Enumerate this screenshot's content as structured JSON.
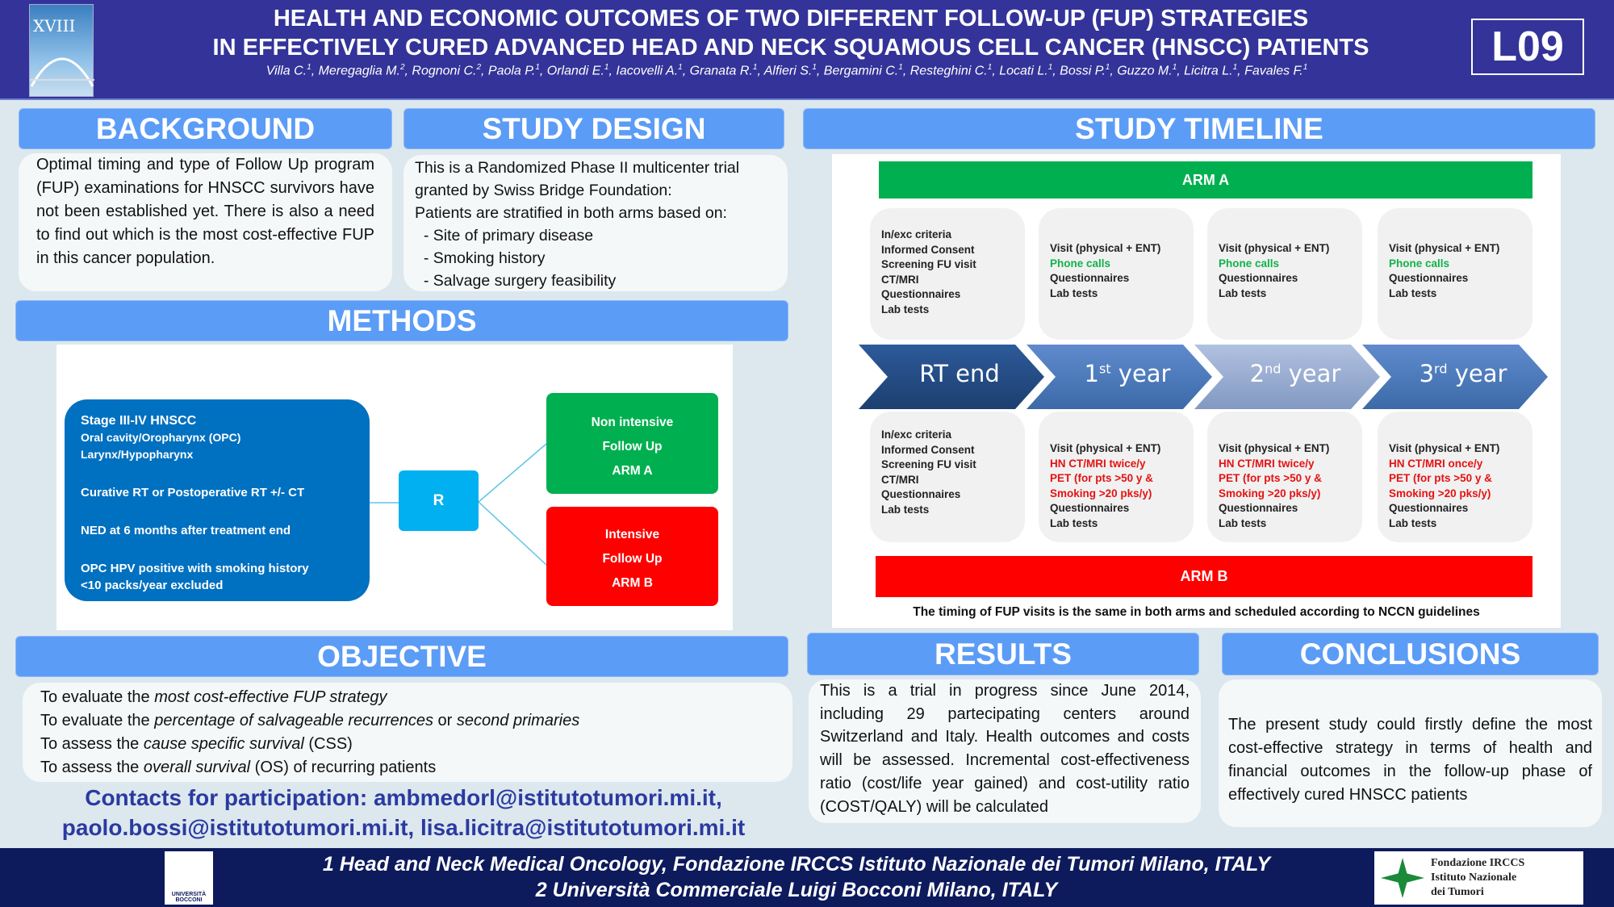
{
  "header": {
    "logo_text": "XVIII",
    "title_line1": "HEALTH AND ECONOMIC OUTCOMES OF TWO DIFFERENT FOLLOW-UP (FUP) STRATEGIES",
    "title_line2": "IN EFFECTIVELY CURED ADVANCED HEAD AND NECK SQUAMOUS CELL CANCER (HNSCC) PATIENTS",
    "authors": [
      {
        "name": "Villa C.",
        "aff": "1"
      },
      {
        "name": "Meregaglia M.",
        "aff": "2"
      },
      {
        "name": "Rognoni C.",
        "aff": "2"
      },
      {
        "name": "Paola P.",
        "aff": "1"
      },
      {
        "name": "Orlandi E.",
        "aff": "1"
      },
      {
        "name": "Iacovelli A.",
        "aff": "1"
      },
      {
        "name": "Granata R.",
        "aff": "1"
      },
      {
        "name": "Alfieri S.",
        "aff": "1"
      },
      {
        "name": "Bergamini C.",
        "aff": "1"
      },
      {
        "name": "Resteghini C.",
        "aff": "1"
      },
      {
        "name": "Locati L.",
        "aff": "1"
      },
      {
        "name": "Bossi P.",
        "aff": "1"
      },
      {
        "name": "Guzzo M.",
        "aff": "1"
      },
      {
        "name": "Licitra L.",
        "aff": "1"
      },
      {
        "name": "Favales F.",
        "aff": "1"
      }
    ],
    "code": "L09"
  },
  "background": {
    "title": "BACKGROUND",
    "text": "Optimal timing and type of Follow Up program (FUP) examinations for HNSCC survivors have not been established yet. There is also a need to find out which is the most cost-effective FUP in this cancer population."
  },
  "study_design": {
    "title": "STUDY DESIGN",
    "lines": [
      "This is a Randomized Phase II multicenter trial",
      "granted by Swiss Bridge Foundation:",
      "Patients are stratified in both arms based on:",
      "  - Site of primary disease",
      "  - Smoking history",
      "  - Salvage surgery feasibility"
    ]
  },
  "methods": {
    "title": "METHODS",
    "criteria": [
      "Stage III-IV HNSCC",
      "Oral cavity/Oropharynx (OPC)",
      "Larynx/Hypopharynx",
      "Curative RT or Postoperative RT +/- CT",
      "NED at 6 months after treatment end",
      "OPC HPV positive with smoking history",
      "<10 packs/year excluded"
    ],
    "randomize": "R",
    "arm_a": [
      "Non intensive",
      "Follow Up",
      "ARM A"
    ],
    "arm_b": [
      "Intensive",
      "Follow Up",
      "ARM B"
    ]
  },
  "timeline": {
    "title": "STUDY TIMELINE",
    "arm_a": "ARM A",
    "arm_b": "ARM B",
    "stages": [
      {
        "label": "RT end",
        "sup": ""
      },
      {
        "label": "1",
        "sup": "st",
        "suffix": " year"
      },
      {
        "label": "2",
        "sup": "nd",
        "suffix": " year"
      },
      {
        "label": "3",
        "sup": "rd",
        "suffix": " year"
      }
    ],
    "arm_a_cards": [
      [
        {
          "t": "In/exc criteria"
        },
        {
          "t": "Informed Consent"
        },
        {
          "t": "Screening FU visit"
        },
        {
          "t": "CT/MRI"
        },
        {
          "t": "Questionnaires"
        },
        {
          "t": "Lab tests"
        }
      ],
      [
        {
          "t": "Visit (physical + ENT)"
        },
        {
          "t": "Phone calls",
          "c": "g"
        },
        {
          "t": "Questionnaires"
        },
        {
          "t": "Lab tests"
        }
      ],
      [
        {
          "t": "Visit (physical + ENT)"
        },
        {
          "t": "Phone calls",
          "c": "g"
        },
        {
          "t": "Questionnaires"
        },
        {
          "t": "Lab tests"
        }
      ],
      [
        {
          "t": "Visit (physical + ENT)"
        },
        {
          "t": "Phone calls",
          "c": "g"
        },
        {
          "t": "Questionnaires"
        },
        {
          "t": "Lab tests"
        }
      ]
    ],
    "arm_b_cards": [
      [
        {
          "t": "In/exc criteria"
        },
        {
          "t": "Informed Consent"
        },
        {
          "t": "Screening FU visit"
        },
        {
          "t": "CT/MRI"
        },
        {
          "t": "Questionnaires"
        },
        {
          "t": "Lab tests"
        }
      ],
      [
        {
          "t": "Visit (physical + ENT)"
        },
        {
          "t": "HN CT/MRI twice/y",
          "c": "r"
        },
        {
          "t": "PET (for pts >50 y &",
          "c": "r"
        },
        {
          "t": "Smoking >20 pks/y)",
          "c": "r"
        },
        {
          "t": "Questionnaires"
        },
        {
          "t": "Lab tests"
        }
      ],
      [
        {
          "t": "Visit (physical + ENT)"
        },
        {
          "t": "HN CT/MRI twice/y",
          "c": "r"
        },
        {
          "t": "PET (for pts >50 y &",
          "c": "r"
        },
        {
          "t": "Smoking >20 pks/y)",
          "c": "r"
        },
        {
          "t": "Questionnaires"
        },
        {
          "t": "Lab tests"
        }
      ],
      [
        {
          "t": "Visit (physical + ENT)"
        },
        {
          "t": "HN CT/MRI once/y",
          "c": "r"
        },
        {
          "t": "PET (for pts >50 y &",
          "c": "r"
        },
        {
          "t": "Smoking >20 pks/y)",
          "c": "r"
        },
        {
          "t": "Questionnaires"
        },
        {
          "t": "Lab tests"
        }
      ]
    ],
    "note": "The timing of FUP visits is the same in both arms  and scheduled according to NCCN guidelines"
  },
  "objective": {
    "title": "OBJECTIVE",
    "items": [
      {
        "pre": "To evaluate the ",
        "em": "most cost-effective FUP strategy",
        "post": ""
      },
      {
        "pre": "To evaluate the ",
        "em": "percentage of salvageable recurrences",
        "post": " or ",
        "em2": "second primaries"
      },
      {
        "pre": "To assess the ",
        "em": "cause specific survival",
        "post": " (CSS)"
      },
      {
        "pre": "To assess the ",
        "em": "overall survival",
        "post": " (OS) of recurring  patients"
      }
    ]
  },
  "contacts": {
    "line1": "Contacts for participation: ambmedorl@istitutotumori.mi.it,",
    "line2": "paolo.bossi@istitutotumori.mi.it, lisa.licitra@istitutotumori.mi.it"
  },
  "results": {
    "title": "RESULTS",
    "text": "This is a trial in progress since June 2014, including 29 partecipating centers around Switzerland and  Italy. Health outcomes and costs will be assessed. Incremental cost-effectiveness ratio (cost/life year gained) and cost-utility ratio (COST/QALY) will be calculated"
  },
  "conclusions": {
    "title": "CONCLUSIONS",
    "text": "The present study could firstly define the most cost-effective strategy in terms of health and financial outcomes in the follow-up phase of effectively cured HNSCC patients"
  },
  "footer": {
    "line1": "1 Head and Neck Medical Oncology, Fondazione IRCCS Istituto Nazionale dei Tumori Milano, ITALY",
    "line2": "2 Università Commerciale Luigi Bocconi Milano, ITALY",
    "bocconi_logo": "UNIVERSITÀ BOCCONI",
    "fondazione_logo": [
      "Fondazione IRCCS",
      "Istituto Nazionale",
      "dei Tumori"
    ]
  },
  "colors": {
    "header": "#333399",
    "section": "#5b9cf6",
    "arm_a": "#00b050",
    "arm_b": "#ff0000",
    "footer": "#0d1a5c"
  }
}
